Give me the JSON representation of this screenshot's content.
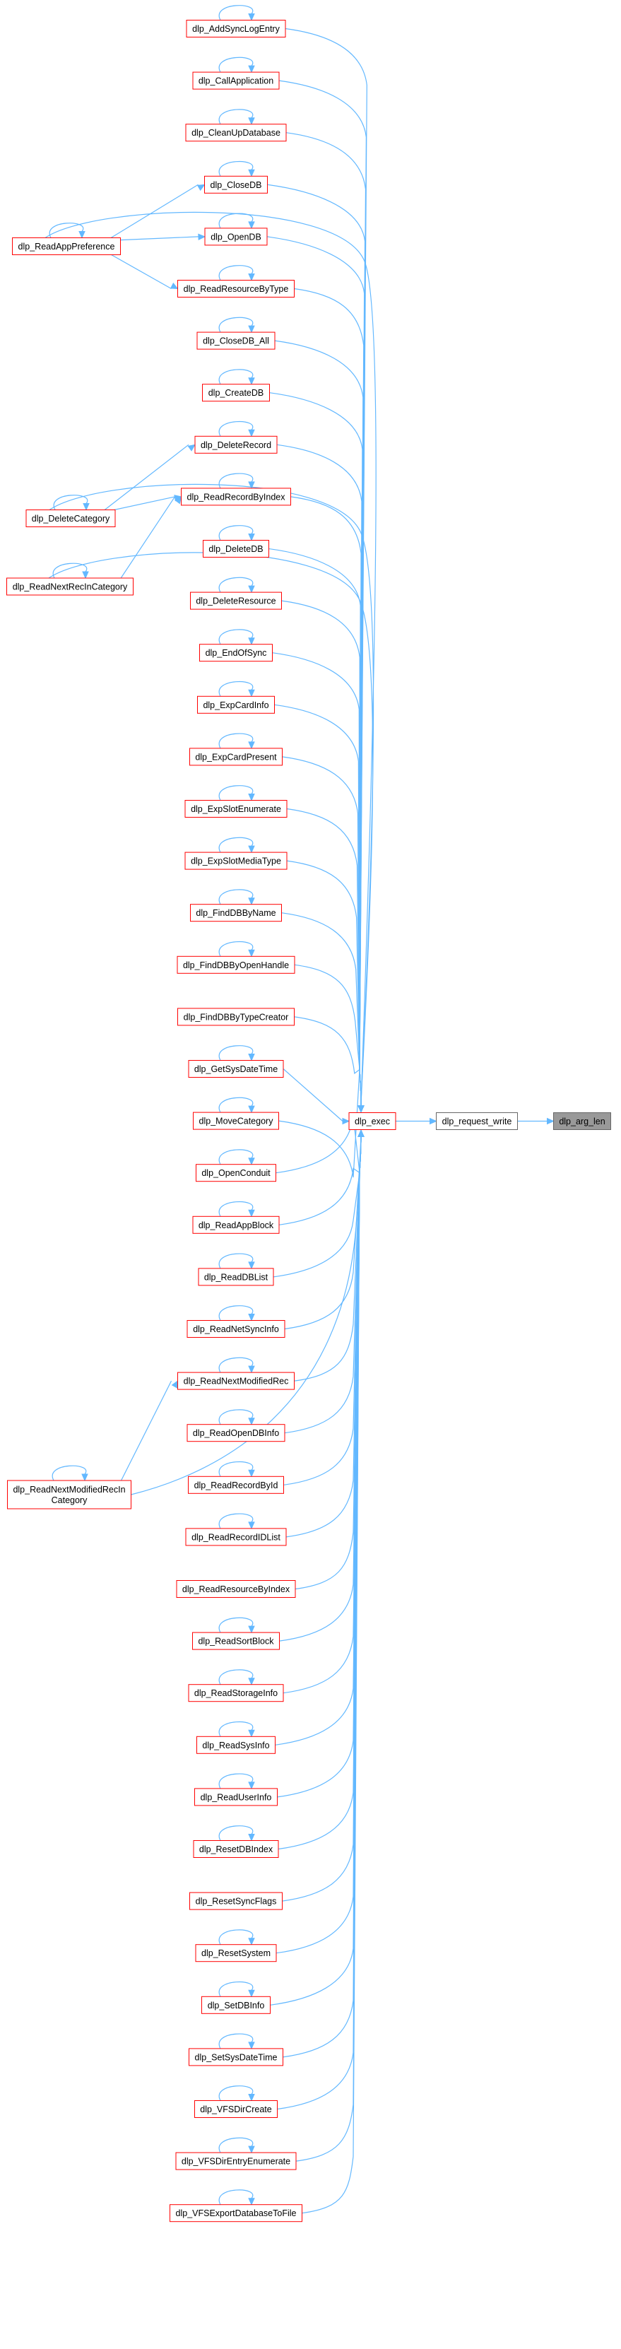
{
  "graph": {
    "nodes": [
      {
        "id": "dlp_arg_len",
        "label": "dlp_arg_len",
        "kind": "current"
      },
      {
        "id": "dlp_request_write",
        "label": "dlp_request_write",
        "kind": "plain"
      },
      {
        "id": "dlp_exec",
        "label": "dlp_exec",
        "kind": "link"
      },
      {
        "id": "dlp_AddSyncLogEntry",
        "label": "dlp_AddSyncLogEntry",
        "kind": "link"
      },
      {
        "id": "dlp_CallApplication",
        "label": "dlp_CallApplication",
        "kind": "link"
      },
      {
        "id": "dlp_CleanUpDatabase",
        "label": "dlp_CleanUpDatabase",
        "kind": "link"
      },
      {
        "id": "dlp_CloseDB",
        "label": "dlp_CloseDB",
        "kind": "link"
      },
      {
        "id": "dlp_ReadAppPreference",
        "label": "dlp_ReadAppPreference",
        "kind": "link"
      },
      {
        "id": "dlp_OpenDB",
        "label": "dlp_OpenDB",
        "kind": "link"
      },
      {
        "id": "dlp_ReadResourceByType",
        "label": "dlp_ReadResourceByType",
        "kind": "link"
      },
      {
        "id": "dlp_CloseDB_All",
        "label": "dlp_CloseDB_All",
        "kind": "link"
      },
      {
        "id": "dlp_CreateDB",
        "label": "dlp_CreateDB",
        "kind": "link"
      },
      {
        "id": "dlp_DeleteCategory",
        "label": "dlp_DeleteCategory",
        "kind": "link"
      },
      {
        "id": "dlp_DeleteRecord",
        "label": "dlp_DeleteRecord",
        "kind": "link"
      },
      {
        "id": "dlp_ReadRecordByIndex",
        "label": "dlp_ReadRecordByIndex",
        "kind": "link"
      },
      {
        "id": "dlp_ReadNextRecInCategory",
        "label": "dlp_ReadNextRecInCategory",
        "kind": "link"
      },
      {
        "id": "dlp_DeleteDB",
        "label": "dlp_DeleteDB",
        "kind": "link"
      },
      {
        "id": "dlp_DeleteResource",
        "label": "dlp_DeleteResource",
        "kind": "link"
      },
      {
        "id": "dlp_EndOfSync",
        "label": "dlp_EndOfSync",
        "kind": "link"
      },
      {
        "id": "dlp_ExpCardInfo",
        "label": "dlp_ExpCardInfo",
        "kind": "link"
      },
      {
        "id": "dlp_ExpCardPresent",
        "label": "dlp_ExpCardPresent",
        "kind": "link"
      },
      {
        "id": "dlp_ExpSlotEnumerate",
        "label": "dlp_ExpSlotEnumerate",
        "kind": "link"
      },
      {
        "id": "dlp_ExpSlotMediaType",
        "label": "dlp_ExpSlotMediaType",
        "kind": "link"
      },
      {
        "id": "dlp_FindDBByName",
        "label": "dlp_FindDBByName",
        "kind": "link"
      },
      {
        "id": "dlp_FindDBByOpenHandle",
        "label": "dlp_FindDBByOpenHandle",
        "kind": "link"
      },
      {
        "id": "dlp_FindDBByTypeCreator",
        "label": "dlp_FindDBByTypeCreator",
        "kind": "link"
      },
      {
        "id": "dlp_GetSysDateTime",
        "label": "dlp_GetSysDateTime",
        "kind": "link"
      },
      {
        "id": "dlp_MoveCategory",
        "label": "dlp_MoveCategory",
        "kind": "link"
      },
      {
        "id": "dlp_OpenConduit",
        "label": "dlp_OpenConduit",
        "kind": "link"
      },
      {
        "id": "dlp_ReadAppBlock",
        "label": "dlp_ReadAppBlock",
        "kind": "link"
      },
      {
        "id": "dlp_ReadDBList",
        "label": "dlp_ReadDBList",
        "kind": "link"
      },
      {
        "id": "dlp_ReadNetSyncInfo",
        "label": "dlp_ReadNetSyncInfo",
        "kind": "link"
      },
      {
        "id": "dlp_ReadNextModifiedRecInCategory",
        "label": "dlp_ReadNextModifiedRecIn\nCategory",
        "kind": "link"
      },
      {
        "id": "dlp_ReadNextModifiedRec",
        "label": "dlp_ReadNextModifiedRec",
        "kind": "link"
      },
      {
        "id": "dlp_ReadOpenDBInfo",
        "label": "dlp_ReadOpenDBInfo",
        "kind": "link"
      },
      {
        "id": "dlp_ReadRecordById",
        "label": "dlp_ReadRecordById",
        "kind": "link"
      },
      {
        "id": "dlp_ReadRecordIDList",
        "label": "dlp_ReadRecordIDList",
        "kind": "link"
      },
      {
        "id": "dlp_ReadResourceByIndex",
        "label": "dlp_ReadResourceByIndex",
        "kind": "link"
      },
      {
        "id": "dlp_ReadSortBlock",
        "label": "dlp_ReadSortBlock",
        "kind": "link"
      },
      {
        "id": "dlp_ReadStorageInfo",
        "label": "dlp_ReadStorageInfo",
        "kind": "link"
      },
      {
        "id": "dlp_ReadSysInfo",
        "label": "dlp_ReadSysInfo",
        "kind": "link"
      },
      {
        "id": "dlp_ReadUserInfo",
        "label": "dlp_ReadUserInfo",
        "kind": "link"
      },
      {
        "id": "dlp_ResetDBIndex",
        "label": "dlp_ResetDBIndex",
        "kind": "link"
      },
      {
        "id": "dlp_ResetSyncFlags",
        "label": "dlp_ResetSyncFlags",
        "kind": "link"
      },
      {
        "id": "dlp_ResetSystem",
        "label": "dlp_ResetSystem",
        "kind": "link"
      },
      {
        "id": "dlp_SetDBInfo",
        "label": "dlp_SetDBInfo",
        "kind": "link"
      },
      {
        "id": "dlp_SetSysDateTime",
        "label": "dlp_SetSysDateTime",
        "kind": "link"
      },
      {
        "id": "dlp_VFSDirCreate",
        "label": "dlp_VFSDirCreate",
        "kind": "link"
      },
      {
        "id": "dlp_VFSDirEntryEnumerate",
        "label": "dlp_VFSDirEntryEnumerate",
        "kind": "link"
      },
      {
        "id": "dlp_VFSExportDatabaseToFile",
        "label": "dlp_VFSExportDatabaseToFile",
        "kind": "link"
      }
    ],
    "self_loops": [
      "dlp_AddSyncLogEntry",
      "dlp_CallApplication",
      "dlp_CleanUpDatabase",
      "dlp_CloseDB",
      "dlp_ReadAppPreference",
      "dlp_OpenDB",
      "dlp_ReadResourceByType",
      "dlp_CloseDB_All",
      "dlp_CreateDB",
      "dlp_DeleteCategory",
      "dlp_DeleteRecord",
      "dlp_ReadRecordByIndex",
      "dlp_ReadNextRecInCategory",
      "dlp_DeleteDB",
      "dlp_DeleteResource",
      "dlp_EndOfSync",
      "dlp_ExpCardInfo",
      "dlp_ExpCardPresent",
      "dlp_ExpSlotEnumerate",
      "dlp_ExpSlotMediaType",
      "dlp_FindDBByName",
      "dlp_FindDBByOpenHandle",
      "dlp_GetSysDateTime",
      "dlp_MoveCategory",
      "dlp_OpenConduit",
      "dlp_ReadAppBlock",
      "dlp_ReadDBList",
      "dlp_ReadNetSyncInfo",
      "dlp_ReadNextModifiedRecInCategory",
      "dlp_ReadNextModifiedRec",
      "dlp_ReadOpenDBInfo",
      "dlp_ReadRecordById",
      "dlp_ReadRecordIDList",
      "dlp_ReadSortBlock",
      "dlp_ReadStorageInfo",
      "dlp_ReadSysInfo",
      "dlp_ReadUserInfo",
      "dlp_ResetDBIndex",
      "dlp_ResetSystem",
      "dlp_SetDBInfo",
      "dlp_SetSysDateTime",
      "dlp_VFSDirCreate",
      "dlp_VFSDirEntryEnumerate",
      "dlp_VFSExportDatabaseToFile"
    ],
    "edges": [
      [
        "dlp_request_write",
        "dlp_arg_len"
      ],
      [
        "dlp_exec",
        "dlp_request_write"
      ],
      [
        "dlp_AddSyncLogEntry",
        "dlp_exec"
      ],
      [
        "dlp_CallApplication",
        "dlp_exec"
      ],
      [
        "dlp_CleanUpDatabase",
        "dlp_exec"
      ],
      [
        "dlp_ReadAppPreference",
        "dlp_exec"
      ],
      [
        "dlp_CloseDB",
        "dlp_exec"
      ],
      [
        "dlp_OpenDB",
        "dlp_exec"
      ],
      [
        "dlp_ReadResourceByType",
        "dlp_exec"
      ],
      [
        "dlp_CloseDB_All",
        "dlp_exec"
      ],
      [
        "dlp_CreateDB",
        "dlp_exec"
      ],
      [
        "dlp_DeleteCategory",
        "dlp_exec"
      ],
      [
        "dlp_DeleteRecord",
        "dlp_exec"
      ],
      [
        "dlp_ReadRecordByIndex",
        "dlp_exec"
      ],
      [
        "dlp_ReadNextRecInCategory",
        "dlp_exec"
      ],
      [
        "dlp_DeleteDB",
        "dlp_exec"
      ],
      [
        "dlp_DeleteResource",
        "dlp_exec"
      ],
      [
        "dlp_EndOfSync",
        "dlp_exec"
      ],
      [
        "dlp_ExpCardInfo",
        "dlp_exec"
      ],
      [
        "dlp_ExpCardPresent",
        "dlp_exec"
      ],
      [
        "dlp_ExpSlotEnumerate",
        "dlp_exec"
      ],
      [
        "dlp_ExpSlotMediaType",
        "dlp_exec"
      ],
      [
        "dlp_FindDBByName",
        "dlp_exec"
      ],
      [
        "dlp_FindDBByOpenHandle",
        "dlp_exec"
      ],
      [
        "dlp_FindDBByTypeCreator",
        "dlp_exec"
      ],
      [
        "dlp_GetSysDateTime",
        "dlp_exec"
      ],
      [
        "dlp_MoveCategory",
        "dlp_exec"
      ],
      [
        "dlp_OpenConduit",
        "dlp_exec"
      ],
      [
        "dlp_ReadAppBlock",
        "dlp_exec"
      ],
      [
        "dlp_ReadDBList",
        "dlp_exec"
      ],
      [
        "dlp_ReadNetSyncInfo",
        "dlp_exec"
      ],
      [
        "dlp_ReadNextModifiedRecInCategory",
        "dlp_exec"
      ],
      [
        "dlp_ReadNextModifiedRec",
        "dlp_exec"
      ],
      [
        "dlp_ReadOpenDBInfo",
        "dlp_exec"
      ],
      [
        "dlp_ReadRecordById",
        "dlp_exec"
      ],
      [
        "dlp_ReadRecordIDList",
        "dlp_exec"
      ],
      [
        "dlp_ReadResourceByIndex",
        "dlp_exec"
      ],
      [
        "dlp_ReadSortBlock",
        "dlp_exec"
      ],
      [
        "dlp_ReadStorageInfo",
        "dlp_exec"
      ],
      [
        "dlp_ReadSysInfo",
        "dlp_exec"
      ],
      [
        "dlp_ReadUserInfo",
        "dlp_exec"
      ],
      [
        "dlp_ResetDBIndex",
        "dlp_exec"
      ],
      [
        "dlp_ResetSyncFlags",
        "dlp_exec"
      ],
      [
        "dlp_ResetSystem",
        "dlp_exec"
      ],
      [
        "dlp_SetDBInfo",
        "dlp_exec"
      ],
      [
        "dlp_SetSysDateTime",
        "dlp_exec"
      ],
      [
        "dlp_VFSDirCreate",
        "dlp_exec"
      ],
      [
        "dlp_VFSDirEntryEnumerate",
        "dlp_exec"
      ],
      [
        "dlp_VFSExportDatabaseToFile",
        "dlp_exec"
      ],
      [
        "dlp_ReadAppPreference",
        "dlp_CloseDB"
      ],
      [
        "dlp_ReadAppPreference",
        "dlp_OpenDB"
      ],
      [
        "dlp_ReadAppPreference",
        "dlp_ReadResourceByType"
      ],
      [
        "dlp_DeleteCategory",
        "dlp_DeleteRecord"
      ],
      [
        "dlp_DeleteCategory",
        "dlp_ReadRecordByIndex"
      ],
      [
        "dlp_ReadNextRecInCategory",
        "dlp_ReadRecordByIndex"
      ],
      [
        "dlp_ReadNextModifiedRecInCategory",
        "dlp_ReadNextModifiedRec"
      ]
    ],
    "colors": {
      "edge": "#63b8ff",
      "link_border": "#ff0000",
      "plain_border": "#666666",
      "current_fill": "#999999"
    }
  }
}
